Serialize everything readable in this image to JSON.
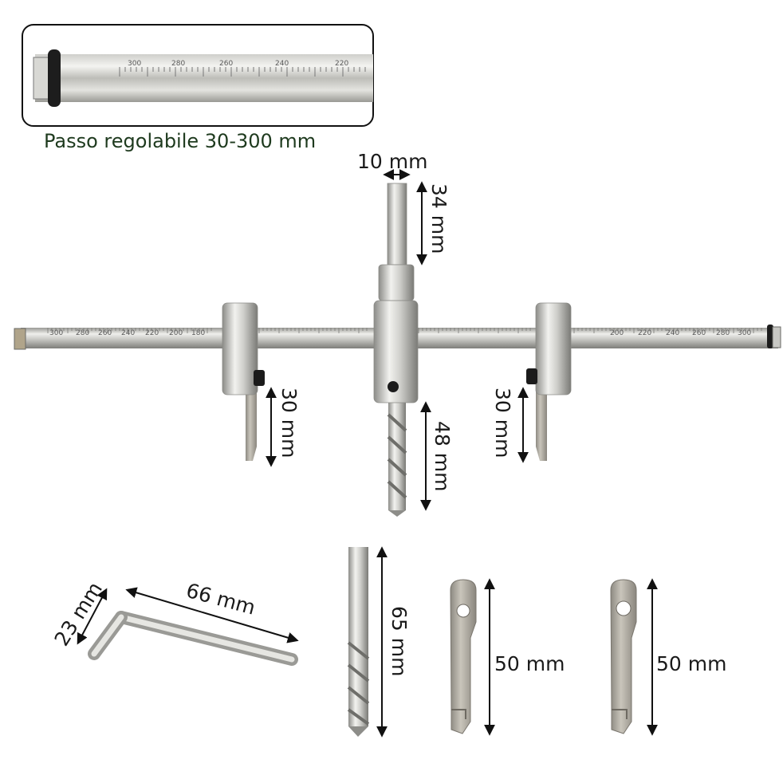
{
  "inset": {
    "caption": "Passo regolabile 30-300 mm",
    "rod_scale": [
      "300",
      "280",
      "260",
      "240",
      "220"
    ]
  },
  "main_tool": {
    "rod_scale_left": [
      "300",
      "280",
      "260",
      "240",
      "220",
      "200",
      "180"
    ],
    "rod_scale_right": [
      "200",
      "220",
      "240",
      "260",
      "280",
      "300"
    ]
  },
  "dimensions": {
    "shank_width": "10 mm",
    "shank_length": "34 mm",
    "left_cutter": "30 mm",
    "right_cutter": "30 mm",
    "drill_exposed": "48 mm",
    "wrench_short": "23 mm",
    "wrench_long": "66 mm",
    "drill_bit": "65 mm",
    "blade_one": "50 mm",
    "blade_two": "50 mm"
  }
}
